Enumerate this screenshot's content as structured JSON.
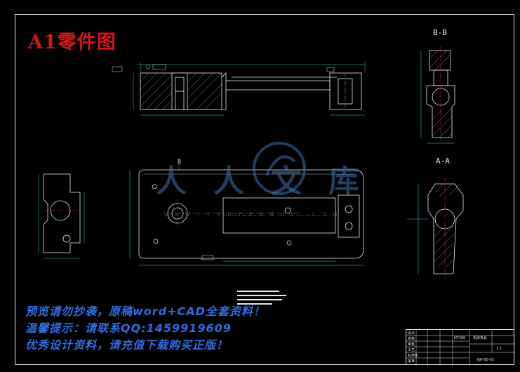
{
  "drawing": {
    "title": "A1零件图",
    "views": {
      "section_bb": "B-B",
      "section_aa": "A-A",
      "marker_b": "B"
    }
  },
  "notices": [
    "预览请勿抄袭，原稿word+CAD全套资料！",
    "温馨提示：请联系QQ:1459919609",
    "优秀设计资料，请充值下载购买正版！"
  ],
  "watermark": {
    "name": "人人文库",
    "url": "www.renrendoc.com"
  },
  "title_block": {
    "labels": [
      "设计",
      "校核",
      "审核",
      "工艺",
      "标准化",
      "批准"
    ],
    "material": "HT200",
    "part_name": "机床夹具",
    "drawing_no": "XJH-00-01",
    "scale": "1:1"
  },
  "colors": {
    "background": "#000000",
    "lines": "#e8e8e8",
    "title": "#d01818",
    "notice": "#2f6de0",
    "dimension": "#34d4d4",
    "centerline": "#e04040"
  }
}
